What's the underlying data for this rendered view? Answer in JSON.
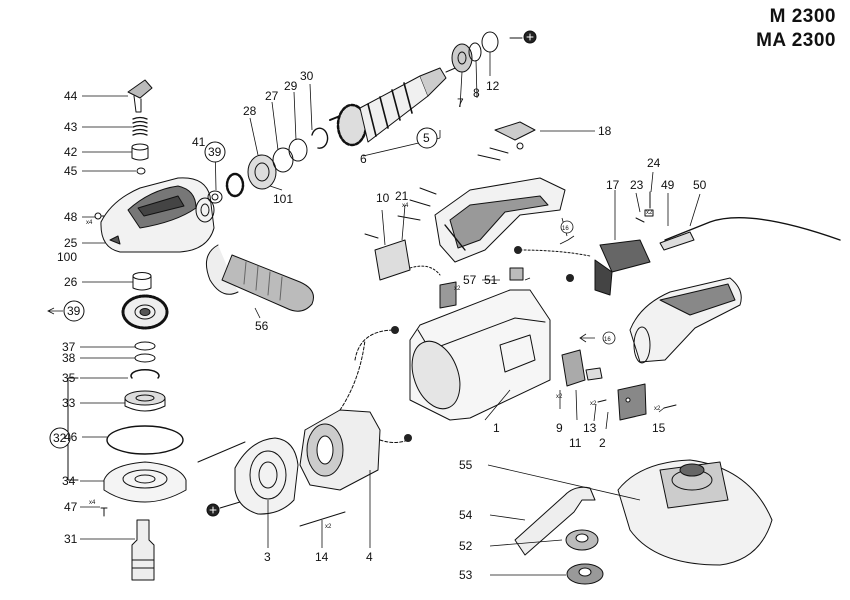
{
  "titles": [
    "M 2300",
    "MA 2300"
  ],
  "parts": [
    {
      "n": "44"
    },
    {
      "n": "43"
    },
    {
      "n": "42"
    },
    {
      "n": "45"
    },
    {
      "n": "48"
    },
    {
      "n": "25"
    },
    {
      "n": "100"
    },
    {
      "n": "26"
    },
    {
      "n": "39"
    },
    {
      "n": "37"
    },
    {
      "n": "38"
    },
    {
      "n": "35"
    },
    {
      "n": "33"
    },
    {
      "n": "32"
    },
    {
      "n": "46"
    },
    {
      "n": "34"
    },
    {
      "n": "47"
    },
    {
      "n": "31"
    },
    {
      "n": "41"
    },
    {
      "n": "28"
    },
    {
      "n": "27"
    },
    {
      "n": "29"
    },
    {
      "n": "30"
    },
    {
      "n": "101"
    },
    {
      "n": "6"
    },
    {
      "n": "5"
    },
    {
      "n": "7"
    },
    {
      "n": "8"
    },
    {
      "n": "12"
    },
    {
      "n": "18"
    },
    {
      "n": "10"
    },
    {
      "n": "21"
    },
    {
      "n": "57"
    },
    {
      "n": "51"
    },
    {
      "n": "24"
    },
    {
      "n": "23"
    },
    {
      "n": "49"
    },
    {
      "n": "50"
    },
    {
      "n": "17"
    },
    {
      "n": "16"
    },
    {
      "n": "56"
    },
    {
      "n": "1"
    },
    {
      "n": "9"
    },
    {
      "n": "11"
    },
    {
      "n": "13"
    },
    {
      "n": "2"
    },
    {
      "n": "15"
    },
    {
      "n": "55"
    },
    {
      "n": "54"
    },
    {
      "n": "52"
    },
    {
      "n": "53"
    },
    {
      "n": "3"
    },
    {
      "n": "14"
    },
    {
      "n": "4"
    }
  ],
  "multipliers": [
    "x4",
    "x4",
    "x2",
    "x2",
    "x2",
    "x2",
    "x2",
    "x2",
    "x4"
  ]
}
